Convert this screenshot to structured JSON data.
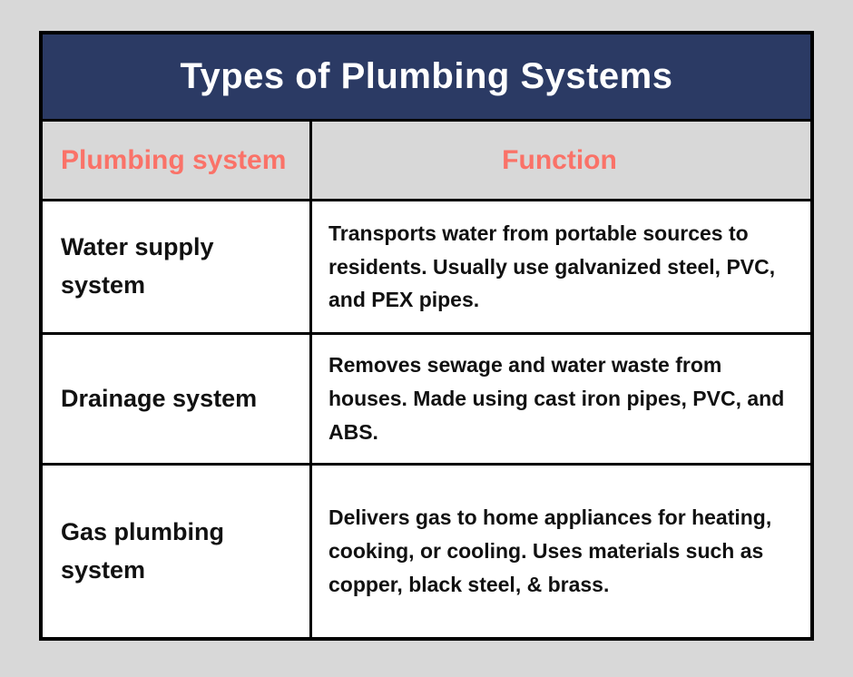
{
  "colors": {
    "page_bg": "#d8d8d8",
    "title_bg": "#2b3a64",
    "title_color": "#ffffff",
    "header_bg": "#d8d8d8",
    "header_color": "#fa7268",
    "cell_bg": "#ffffff",
    "border": "#000000"
  },
  "table": {
    "title": "Types of Plumbing Systems",
    "columns": [
      {
        "label": "Plumbing system"
      },
      {
        "label": "Function"
      }
    ],
    "rows": [
      {
        "system": "Water supply system",
        "function": "Transports water from portable sources to residents. Usually use galvanized steel, PVC, and PEX pipes."
      },
      {
        "system": "Drainage system",
        "function": "Removes sewage and water waste from houses. Made using cast iron pipes, PVC, and ABS."
      },
      {
        "system": "Gas plumbing system",
        "function": "Delivers gas to home appliances for heating, cooking, or cooling. Uses materials such as copper, black steel, & brass."
      }
    ]
  }
}
